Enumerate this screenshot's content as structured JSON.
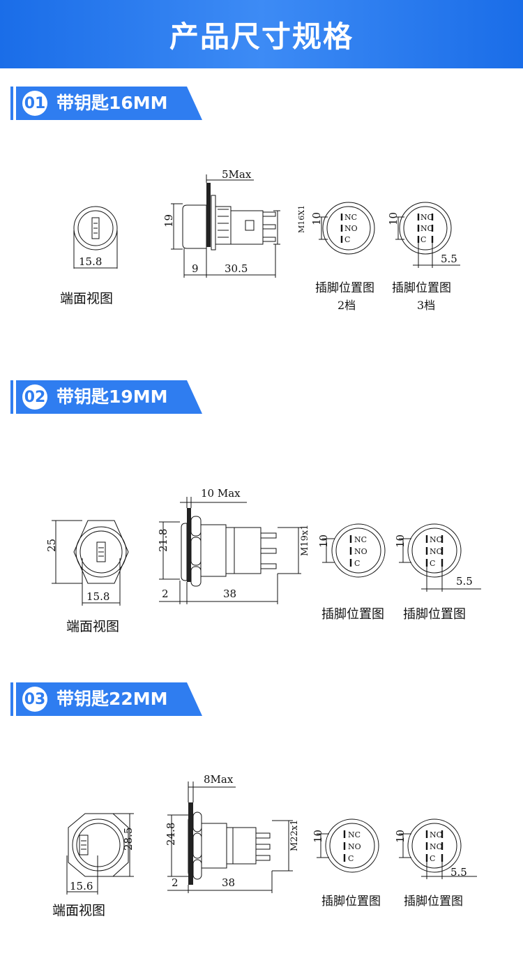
{
  "page_title": "产品尺寸规格",
  "sections": [
    {
      "number": "01",
      "title": "带钥匙16MM",
      "end_view_label": "端面视图",
      "end_view_dim": "15.8",
      "side_height": "19",
      "side_max": "5Max",
      "side_dim_a": "9",
      "side_dim_b": "30.5",
      "thread": "M16X1",
      "pin_label": "插脚位置图",
      "pin_sub_1": "2档",
      "pin_sub_2": "3档",
      "pin_height": "10",
      "pin_spacing": "5.5",
      "pin_nc": "NC",
      "pin_no": "NO",
      "pin_c": "C"
    },
    {
      "number": "02",
      "title": "带钥匙19MM",
      "end_view_label": "端面视图",
      "end_view_dim": "15.8",
      "end_view_height": "25",
      "side_height": "21.8",
      "side_max": "10 Max",
      "side_dim_a": "2",
      "side_dim_b": "38",
      "thread": "M19x1",
      "pin_label": "插脚位置图",
      "pin_height": "10",
      "pin_spacing": "5.5",
      "pin_nc": "NC",
      "pin_no": "NO",
      "pin_c": "C"
    },
    {
      "number": "03",
      "title": "带钥匙22MM",
      "end_view_label": "端面视图",
      "end_view_dim": "15.6",
      "end_view_height": "28.5",
      "side_height": "24.8",
      "side_max": "8Max",
      "side_dim_a": "2",
      "side_dim_b": "38",
      "thread": "M22x1",
      "pin_label": "插脚位置图",
      "pin_height": "10",
      "pin_spacing": "5.5",
      "pin_nc": "NC",
      "pin_no": "NO",
      "pin_c": "C"
    }
  ],
  "colors": {
    "banner": "#1a6de8",
    "accent": "#2f7df0"
  }
}
